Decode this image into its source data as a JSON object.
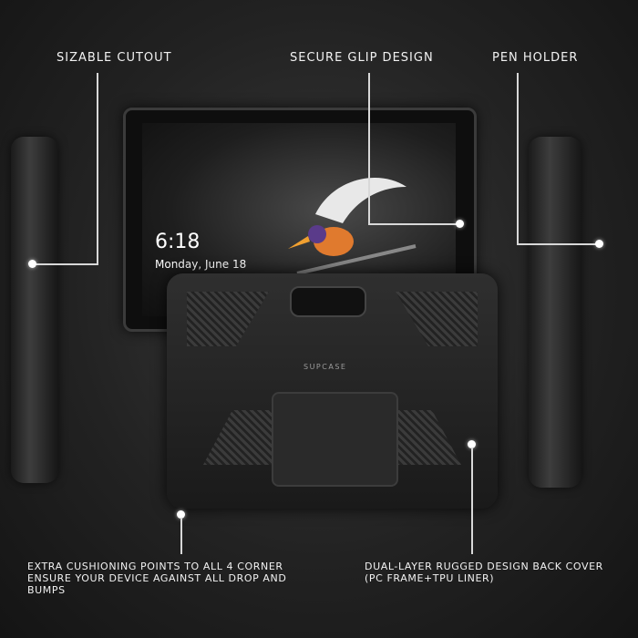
{
  "callouts": {
    "sizable_cutout": "SIZABLE CUTOUT",
    "secure_grip": "SECURE GLIP DESIGN",
    "pen_holder": "PEN HOLDER"
  },
  "notes": {
    "corners": [
      "EXTRA CUSHIONING POINTS TO ALL 4 CORNER",
      "ENSURE YOUR DEVICE AGAINST ALL DROP AND",
      "BUMPS"
    ],
    "dual_layer": [
      "DUAL-LAYER RUGGED DESIGN BACK COVER",
      "(PC FRAME+TPU LINER)"
    ]
  },
  "screen": {
    "time": "6:18",
    "date": "Monday, June 18"
  },
  "case": {
    "brand": "SUPCASE"
  }
}
